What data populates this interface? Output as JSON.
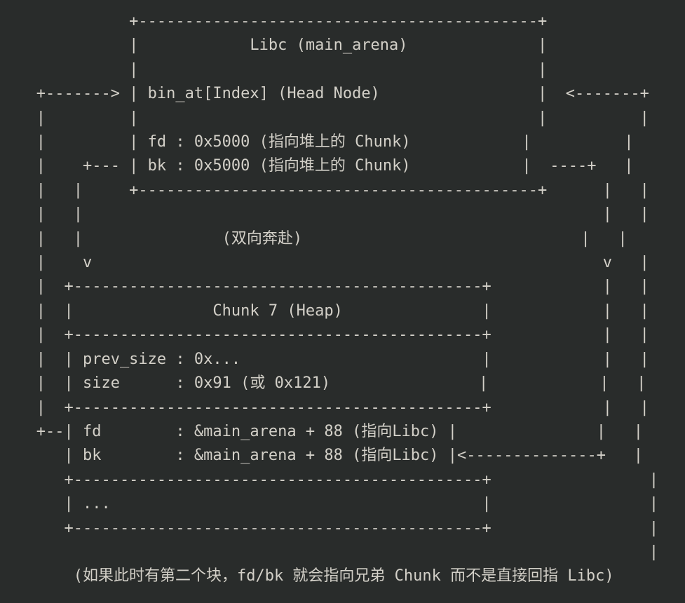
{
  "colors": {
    "background": "#292c2b",
    "foreground": "#d3d0c8"
  },
  "diagram": {
    "lines": [
      "             +-------------------------------------------+",
      "             |            Libc (main_arena)              |",
      "             |                                           |",
      "   +-------> | bin_at[Index] (Head Node)                 |  <-------+",
      "   |         |                                           |          |",
      "   |         | fd : 0x5000 (指向堆上的 Chunk)            |          |",
      "   |    +--- | bk : 0x5000 (指向堆上的 Chunk)            |  ----+   |",
      "   |   |     +-------------------------------------------+      |   |",
      "   |   |                                                        |   |",
      "   |   |               (双向奔赴)                              |   |",
      "   |    v                                                       v   |",
      "   |  +--------------------------------------------+            |   |",
      "   |  |               Chunk 7 (Heap)               |            |   |",
      "   |  +--------------------------------------------+            |   |",
      "   |  | prev_size : 0x...                          |            |   |",
      "   |  | size      : 0x91 (或 0x121)                |            |   |",
      "   |  +--------------------------------------------+            |   |",
      "   +--| fd        : &main_arena + 88 (指向Libc) |               |   |",
      "      | bk        : &main_arena + 88 (指向Libc) |<--------------+   |",
      "      +--------------------------------------------+                 |",
      "      | ...                                        |                 |",
      "      +--------------------------------------------+                 |",
      "                                                                     |",
      "       (如果此时有第二个块，fd/bk 就会指向兄弟 Chunk 而不是直接回指 Libc)"
    ]
  },
  "labels": {
    "libc_box_title": "Libc (main_arena)",
    "head_node_label": "bin_at[Index] (Head Node)",
    "head_fd": "fd : 0x5000 (指向堆上的 Chunk)",
    "head_bk": "bk : 0x5000 (指向堆上的 Chunk)",
    "mutual_note": "(双向奔赴)",
    "chunk_box_title": "Chunk 7 (Heap)",
    "chunk_prev_size": "prev_size : 0x...",
    "chunk_size": "size      : 0x91 (或 0x121)",
    "chunk_fd": "fd        : &main_arena + 88 (指向Libc)",
    "chunk_bk": "bk        : &main_arena + 88 (指向Libc)",
    "ellipsis_row": "...",
    "caption": "(如果此时有第二个块，fd/bk 就会指向兄弟 Chunk 而不是直接回指 Libc)"
  }
}
